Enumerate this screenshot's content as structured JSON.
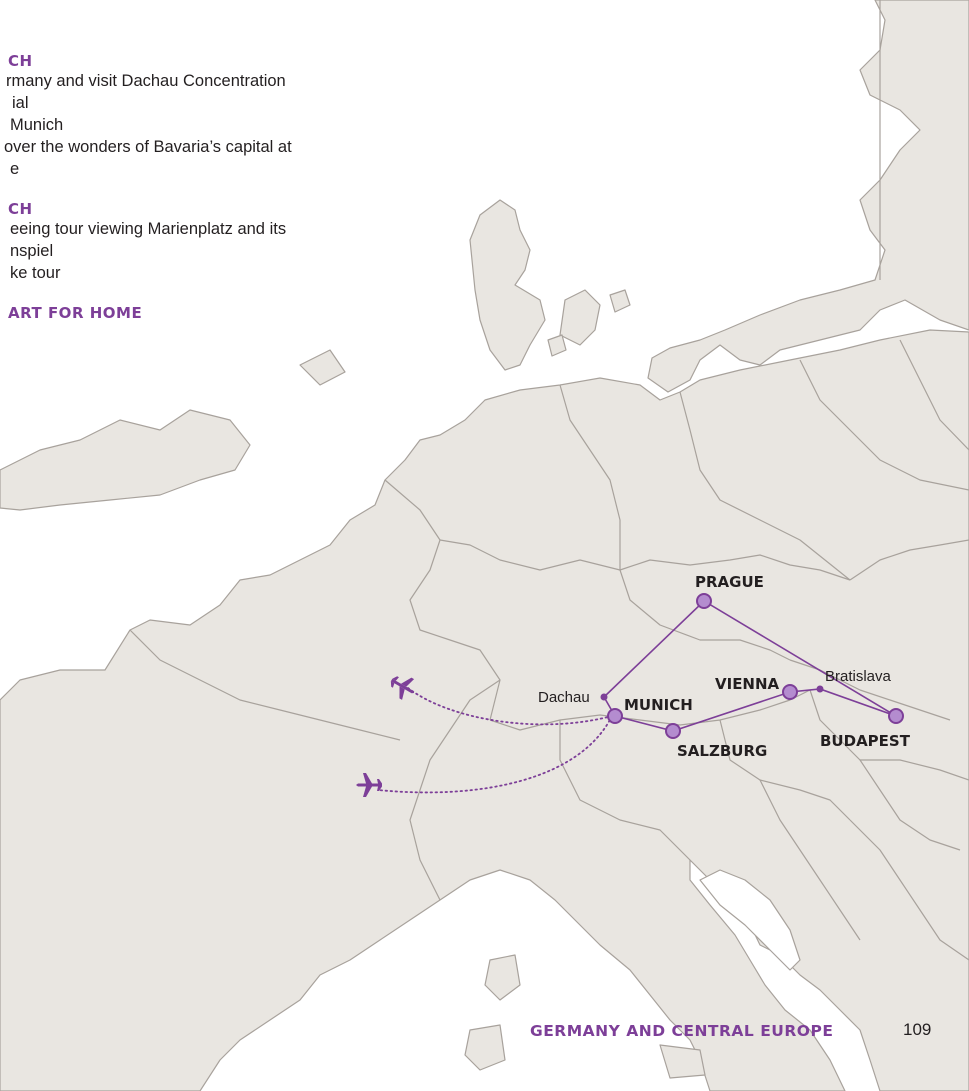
{
  "itinerary": {
    "day_a": {
      "heading": "CH",
      "lines": [
        "rmany and visit Dachau Concentration",
        "ial",
        "Munich",
        "over the wonders of Bavaria’s capital at",
        "e"
      ]
    },
    "day_b": {
      "heading": "CH",
      "lines": [
        "eeing tour viewing Marienplatz and its",
        "nspiel",
        "ke tour"
      ]
    },
    "day_c": {
      "heading": "ART FOR HOME"
    }
  },
  "map": {
    "cities": {
      "prague": "PRAGUE",
      "dachau": "Dachau",
      "munich": "MUNICH",
      "salzburg": "SALZBURG",
      "vienna": "VIENNA",
      "bratislava": "Bratislava",
      "budapest": "BUDAPEST"
    },
    "icons": [
      "airplane-icon",
      "airplane-icon"
    ],
    "colors": {
      "route": "#7d3f98",
      "land": "#e9e6e1",
      "border": "#a8a29c",
      "sea": "#ffffff"
    }
  },
  "footer": {
    "title": "GERMANY AND CENTRAL EUROPE",
    "page_number": "109"
  }
}
